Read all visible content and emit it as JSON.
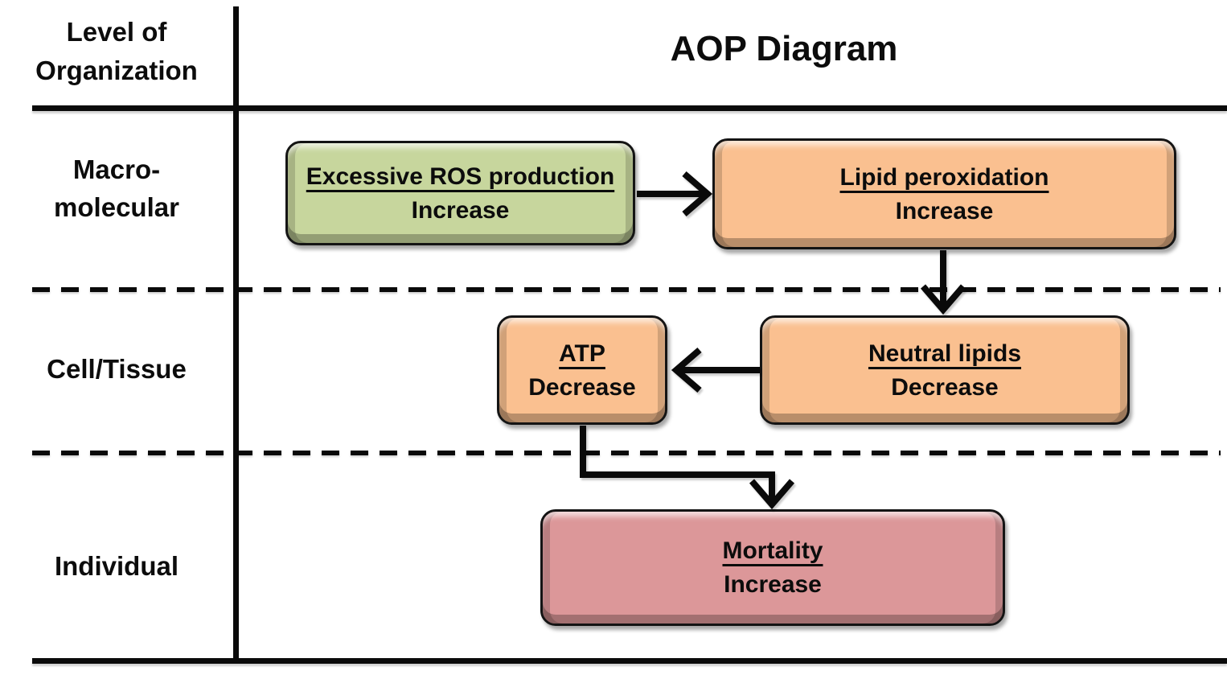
{
  "header": {
    "corner_label_line1": "Level of",
    "corner_label_line2": "Organization",
    "title": "AOP Diagram"
  },
  "rows": [
    {
      "id": "macromolecular",
      "label_lines": [
        "Macro-",
        "molecular"
      ]
    },
    {
      "id": "cell-tissue",
      "label_lines": [
        "Cell/Tissue"
      ]
    },
    {
      "id": "individual",
      "label_lines": [
        "Individual"
      ]
    }
  ],
  "nodes": [
    {
      "id": "ros",
      "title": "Excessive ROS production",
      "direction": "Increase",
      "color": "green",
      "row": "macromolecular"
    },
    {
      "id": "lipid",
      "title": "Lipid peroxidation",
      "direction": "Increase",
      "color": "orange",
      "row": "macromolecular"
    },
    {
      "id": "atp",
      "title": "ATP",
      "direction": "Decrease",
      "color": "orange",
      "row": "cell-tissue"
    },
    {
      "id": "neutral-lipids",
      "title": "Neutral lipids",
      "direction": "Decrease",
      "color": "orange",
      "row": "cell-tissue"
    },
    {
      "id": "mortality",
      "title": "Mortality",
      "direction": "Increase",
      "color": "pink",
      "row": "individual"
    }
  ],
  "edges": [
    {
      "from": "ros",
      "to": "lipid"
    },
    {
      "from": "lipid",
      "to": "neutral-lipids"
    },
    {
      "from": "neutral-lipids",
      "to": "atp"
    },
    {
      "from": "atp",
      "to": "mortality"
    }
  ],
  "colors": {
    "box-green": "#c7d69d",
    "box-orange": "#fac090",
    "box-pink": "#dc9799",
    "line": "#0a0a0a"
  }
}
